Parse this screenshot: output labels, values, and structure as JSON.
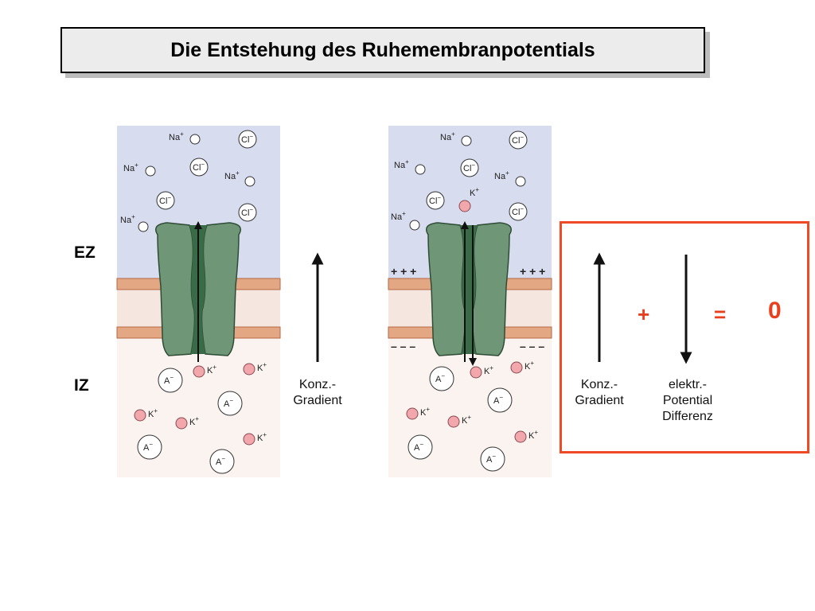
{
  "title": "Die Entstehung des Ruhemembranpotentials",
  "labels": {
    "ez": "EZ",
    "iz": "IZ"
  },
  "panel1_caption": [
    "Konz.-",
    "Gradient"
  ],
  "panel2_caption1": [
    "Konz.-",
    "Gradient"
  ],
  "panel2_caption2": [
    "elektr.-",
    "Potential",
    "Differenz"
  ],
  "equation": {
    "plus": "+",
    "equals": "=",
    "result": "0"
  },
  "membrane_charges": {
    "outside": "+ + +",
    "inside": "– – –"
  },
  "ions": {
    "na": "Na",
    "cl": "Cl",
    "k": "K",
    "a": "A",
    "plus": "+",
    "minus": "−"
  },
  "colors": {
    "extracellular": "#d7dcef",
    "intracellular": "#f6e6e0",
    "membrane": "#e3a784",
    "membrane_line": "#b66a45",
    "channel": "#6e9677",
    "channel_dark": "#3a6b47",
    "potassium": "#f2a7ad",
    "highlight_box": "#ef4a25"
  }
}
